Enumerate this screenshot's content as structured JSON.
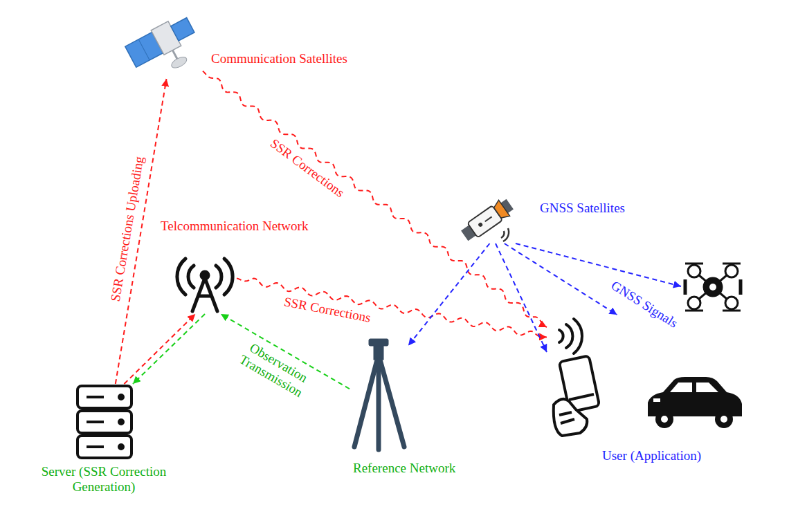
{
  "diagram": {
    "nodes": [
      {
        "text": [
          "Communication Satellites"
        ]
      },
      {
        "text": [
          "GNSS Satellites"
        ]
      },
      {
        "text": [
          "Telcommunication Network"
        ]
      },
      {
        "text": [
          "Server (SSR Correction Generation)"
        ]
      },
      {
        "text": [
          "Reference Network"
        ]
      },
      {
        "text": [
          "User (Application)"
        ]
      }
    ],
    "edges": [
      {
        "from": 3,
        "to": 0,
        "arrow": "to",
        "label": "SSR Corrections Uploading"
      },
      {
        "from": 0,
        "to": 5,
        "arrow": "to",
        "label": "SSR Corrections"
      },
      {
        "from": 3,
        "to": 2,
        "arrow": "to"
      },
      {
        "from": 2,
        "to": 3,
        "arrow": "to"
      },
      {
        "from": 4,
        "to": 2,
        "arrow": "to",
        "label": "Observation Transmission"
      },
      {
        "from": 2,
        "to": 5,
        "arrow": "to",
        "label": "SSR Corrections"
      },
      {
        "from": 1,
        "to": 4,
        "arrow": "to"
      },
      {
        "from": 1,
        "to": 5,
        "arrow": "to"
      },
      {
        "from": 1,
        "to": 5,
        "arrow": "to",
        "label": "GNSS Signals"
      }
    ]
  }
}
